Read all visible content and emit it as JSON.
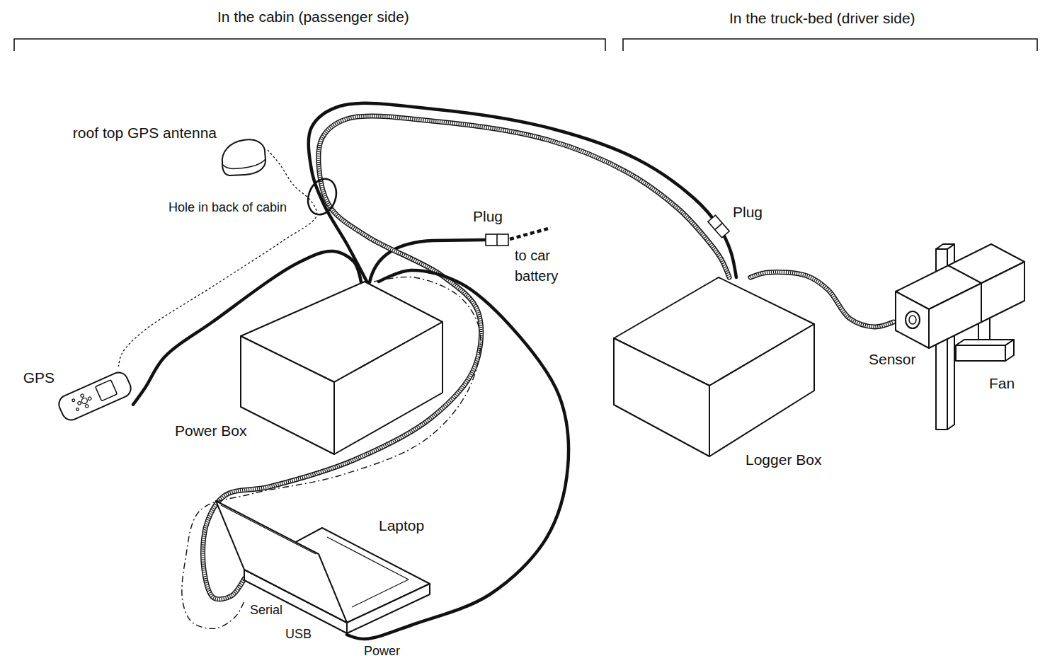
{
  "diagram": {
    "nodes": [
      {
        "text": [
          "roof top GPS antenna"
        ]
      },
      {
        "text": [
          "GPS"
        ]
      },
      {
        "text": [
          "Power Box"
        ]
      },
      {
        "text": [
          "Laptop"
        ]
      },
      {
        "text": [
          "Logger Box"
        ]
      },
      {
        "text": [
          "Sensor"
        ]
      }
    ],
    "edges": [
      {
        "from": 0,
        "to": 1,
        "arrow": "none"
      },
      {
        "from": 1,
        "to": 2,
        "arrow": "none"
      },
      {
        "from": 4,
        "to": 2,
        "arrow": "none"
      },
      {
        "from": 4,
        "to": 3,
        "label": "Serial",
        "arrow": "none"
      },
      {
        "from": 2,
        "to": 3,
        "label": "USB",
        "arrow": "none"
      },
      {
        "from": 2,
        "to": 3,
        "label": "Power",
        "arrow": "none"
      },
      {
        "from": 4,
        "to": 5,
        "arrow": "none"
      }
    ],
    "labels": [
      "In the cabin (passenger side)",
      "In the truck-bed (driver side)",
      "Hole in back of cabin",
      "Plug",
      "to car battery",
      "Plug",
      "Fan"
    ]
  }
}
